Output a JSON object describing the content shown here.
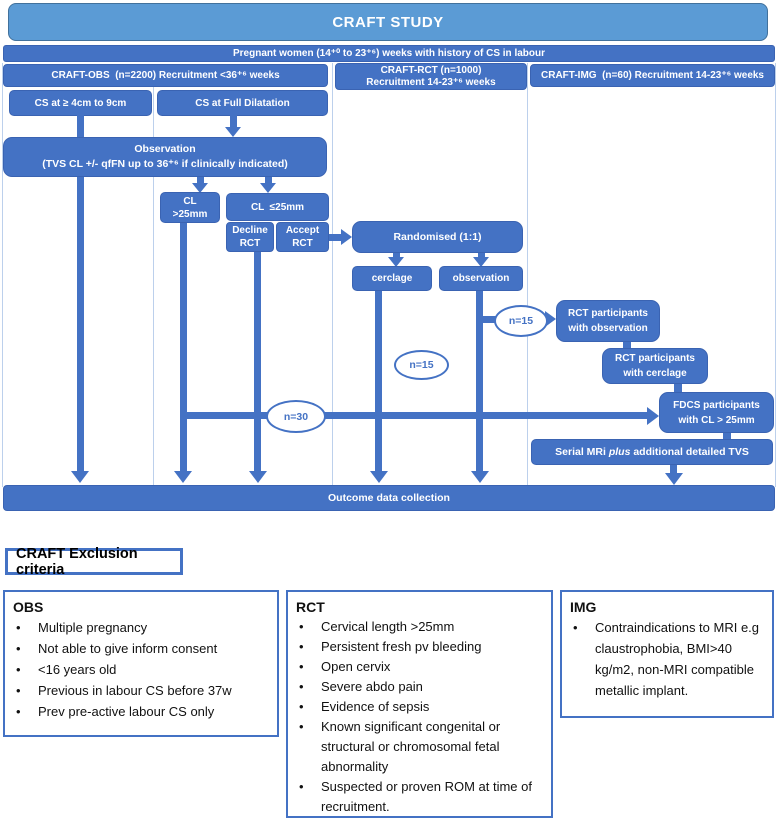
{
  "title": "CRAFT STUDY",
  "eligibility_bar": "Pregnant women (14⁺⁰ to 23⁺⁶) weeks with history of CS in labour",
  "columns": {
    "obs_header": "CRAFT-OBS  (n=2200) Recruitment <36⁺⁶ weeks",
    "rct_header_line1": "CRAFT-RCT (n=1000)",
    "rct_header_line2": "Recruitment 14-23⁺⁶ weeks",
    "img_header": "CRAFT-IMG  (n=60) Recruitment 14-23⁺⁶ weeks"
  },
  "nodes": {
    "cs_4cm": "CS at ≥ 4cm to 9cm",
    "cs_full": "CS at Full Dilatation",
    "observation_main": "Observation\n(TVS CL +/- qfFN up to 36⁺⁶ if clinically indicated)",
    "cl_gt25": "CL\n>25mm",
    "cl_le25": "CL  ≤25mm",
    "decline_rct": "Decline\nRCT",
    "accept_rct": "Accept\nRCT",
    "randomised": "Randomised (1:1)",
    "cerclage": "cerclage",
    "observation_arm": "observation",
    "rct_participants_observation": "RCT participants\nwith observation",
    "rct_participants_cerclage": "RCT participants\nwith cerclage",
    "fdcs_participants": "FDCS participants\nwith CL > 25mm",
    "serial_mri_part1": "Serial MRi ",
    "serial_mri_italic": "plus",
    "serial_mri_part3": " additional detailed TVS",
    "outcome": "Outcome data collection"
  },
  "flow_labels": {
    "n15_observation": "n=15",
    "n15_cerclage": "n=15",
    "n30": "n=30"
  },
  "exclusion": {
    "title": "CRAFT Exclusion criteria",
    "bullet": "•",
    "obs": {
      "heading": "OBS",
      "items": [
        "Multiple pregnancy",
        "Not able to give inform consent",
        "<16 years old",
        "Previous in labour CS before 37w",
        "Prev pre-active labour CS only"
      ]
    },
    "rct": {
      "heading": "RCT",
      "items": [
        "Cervical length >25mm",
        "Persistent fresh pv bleeding",
        "Open cervix",
        "Severe abdo pain",
        "Evidence of sepsis",
        "Known significant congenital or structural or chromosomal fetal abnormality",
        "Suspected or proven ROM at time of recruitment."
      ]
    },
    "img": {
      "heading": "IMG",
      "items": [
        "Contraindications to MRI e.g claustrophobia, BMI>40 kg/m2, non-MRI compatible metallic implant."
      ]
    }
  },
  "colors": {
    "box_blue": "#4472C4",
    "banner_blue": "#5B9BD5",
    "panel_line": "#BCD0EC",
    "text_on_blue": "#FFFFFF"
  }
}
